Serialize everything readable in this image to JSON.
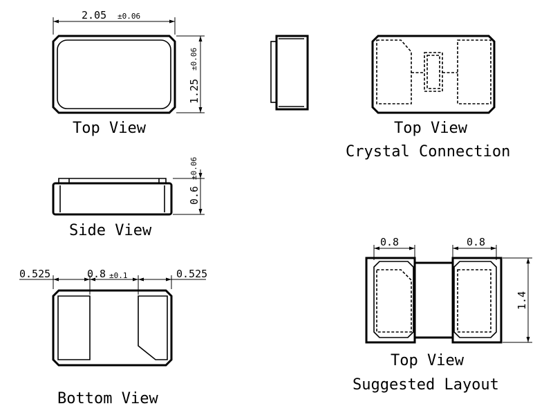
{
  "labels": {
    "top_view": "Top View",
    "side_view": "Side View",
    "bottom_view": "Bottom View",
    "crystal_connection_title": "Top View",
    "crystal_connection_subtitle": "Crystal Connection",
    "layout_title": "Top View",
    "layout_subtitle": "Suggested Layout"
  },
  "dimensions": {
    "length": "2.05",
    "length_tol": "±0.06",
    "width": "1.25",
    "width_tol": "±0.06",
    "height": "0.6",
    "height_tol": "±0.06",
    "pad_margin_left": "0.525",
    "pad_gap": "0.8",
    "pad_gap_tol": "±0.1",
    "pad_margin_right": "0.525",
    "layout_pad_left": "0.8",
    "layout_pad_right": "0.8",
    "layout_height": "1.4"
  }
}
